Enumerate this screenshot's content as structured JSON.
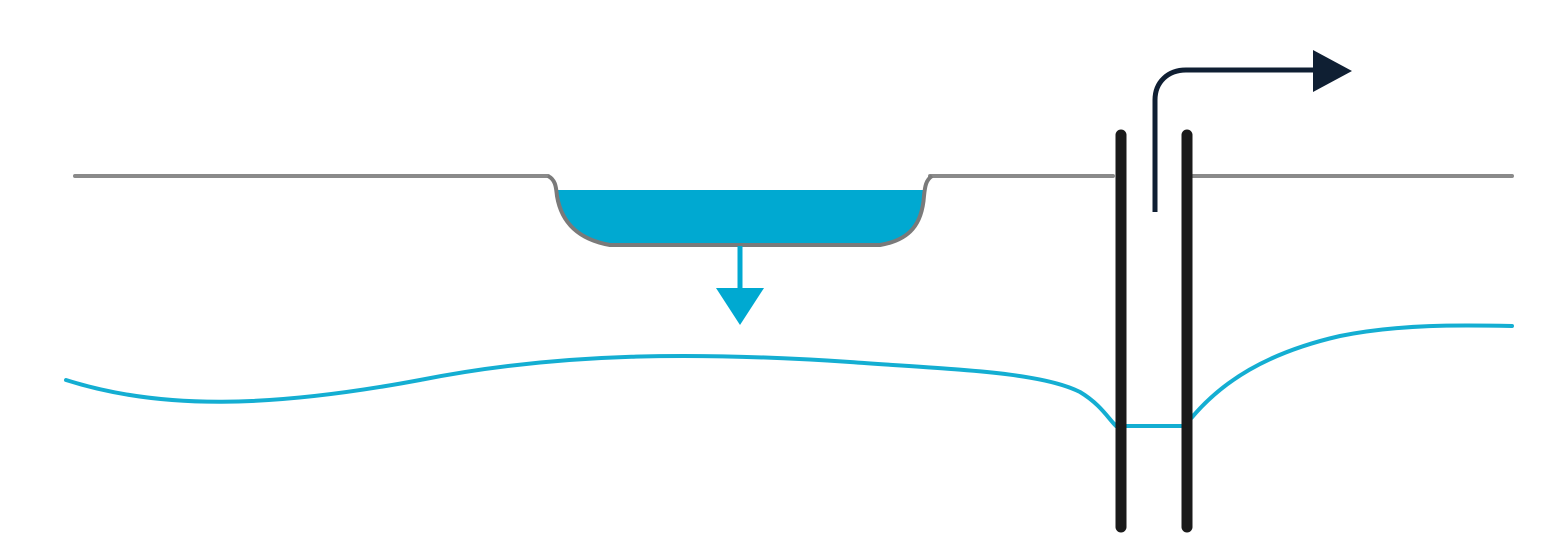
{
  "diagram": {
    "colors": {
      "ground": "#8a8a8a",
      "basin_outline": "#7a7a7a",
      "water": "#00a9d1",
      "water_table": "#14aed2",
      "well_casing": "#1a1a1a",
      "pump_arrow": "#0f1f33"
    },
    "elements": [
      {
        "name": "ground-surface",
        "role": "ground line"
      },
      {
        "name": "infiltration-basin",
        "role": "water-filled basin in ground"
      },
      {
        "name": "infiltration-arrow",
        "role": "downward flow arrow"
      },
      {
        "name": "water-table",
        "role": "groundwater level with drawdown at well"
      },
      {
        "name": "well",
        "role": "pumping well casing"
      },
      {
        "name": "extraction-arrow",
        "role": "pumped water leaving well"
      }
    ]
  }
}
